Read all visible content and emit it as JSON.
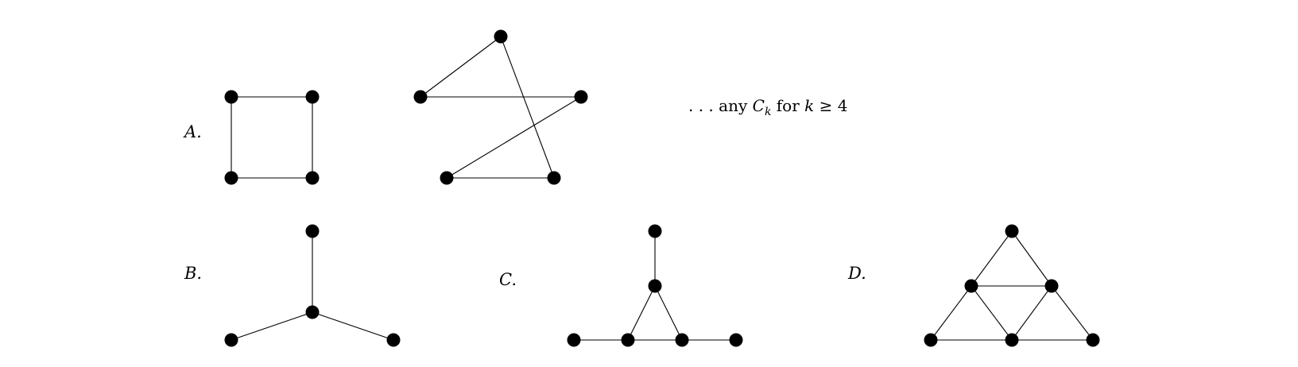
{
  "labels": {
    "a": "A.",
    "b": "B.",
    "c": "C.",
    "d": "D."
  },
  "note": {
    "dots": ". . .",
    "any": "any",
    "c": "C",
    "sub": "k",
    "for": "for",
    "k": "k",
    "geq": "≥",
    "four": "4"
  },
  "graphs": [
    {
      "id": "A-square",
      "nodes": [
        [
          0,
          0
        ],
        [
          1,
          0
        ],
        [
          0,
          1
        ],
        [
          1,
          1
        ]
      ],
      "edges": [
        [
          0,
          1
        ],
        [
          1,
          3
        ],
        [
          3,
          2
        ],
        [
          2,
          0
        ]
      ]
    },
    {
      "id": "A-pentagon",
      "nodes": [
        [
          0,
          0
        ],
        [
          1,
          0
        ],
        [
          2,
          0
        ],
        [
          3,
          0
        ],
        [
          4,
          0
        ]
      ],
      "edges": [
        [
          0,
          1
        ],
        [
          1,
          2
        ],
        [
          2,
          3
        ],
        [
          3,
          4
        ],
        [
          4,
          0
        ]
      ]
    },
    {
      "id": "B-claw",
      "nodes": [
        [
          0,
          0
        ],
        [
          1,
          0
        ],
        [
          2,
          0
        ],
        [
          3,
          0
        ]
      ],
      "edges": [
        [
          0,
          1
        ],
        [
          1,
          2
        ],
        [
          1,
          3
        ]
      ]
    },
    {
      "id": "C-net",
      "nodes": [
        [
          0,
          0
        ],
        [
          1,
          0
        ],
        [
          2,
          0
        ],
        [
          3,
          0
        ],
        [
          4,
          0
        ],
        [
          5,
          0
        ]
      ],
      "edges": [
        [
          0,
          1
        ],
        [
          1,
          3
        ],
        [
          1,
          4
        ],
        [
          3,
          4
        ],
        [
          2,
          3
        ],
        [
          4,
          5
        ]
      ]
    },
    {
      "id": "D-triangular-grid",
      "nodes": [
        [
          0,
          0
        ],
        [
          1,
          0
        ],
        [
          2,
          0
        ],
        [
          3,
          0
        ],
        [
          4,
          0
        ],
        [
          5,
          0
        ]
      ],
      "edges": [
        [
          0,
          1
        ],
        [
          0,
          2
        ],
        [
          1,
          2
        ],
        [
          1,
          3
        ],
        [
          1,
          4
        ],
        [
          2,
          4
        ],
        [
          2,
          5
        ],
        [
          3,
          4
        ],
        [
          4,
          5
        ]
      ]
    }
  ]
}
